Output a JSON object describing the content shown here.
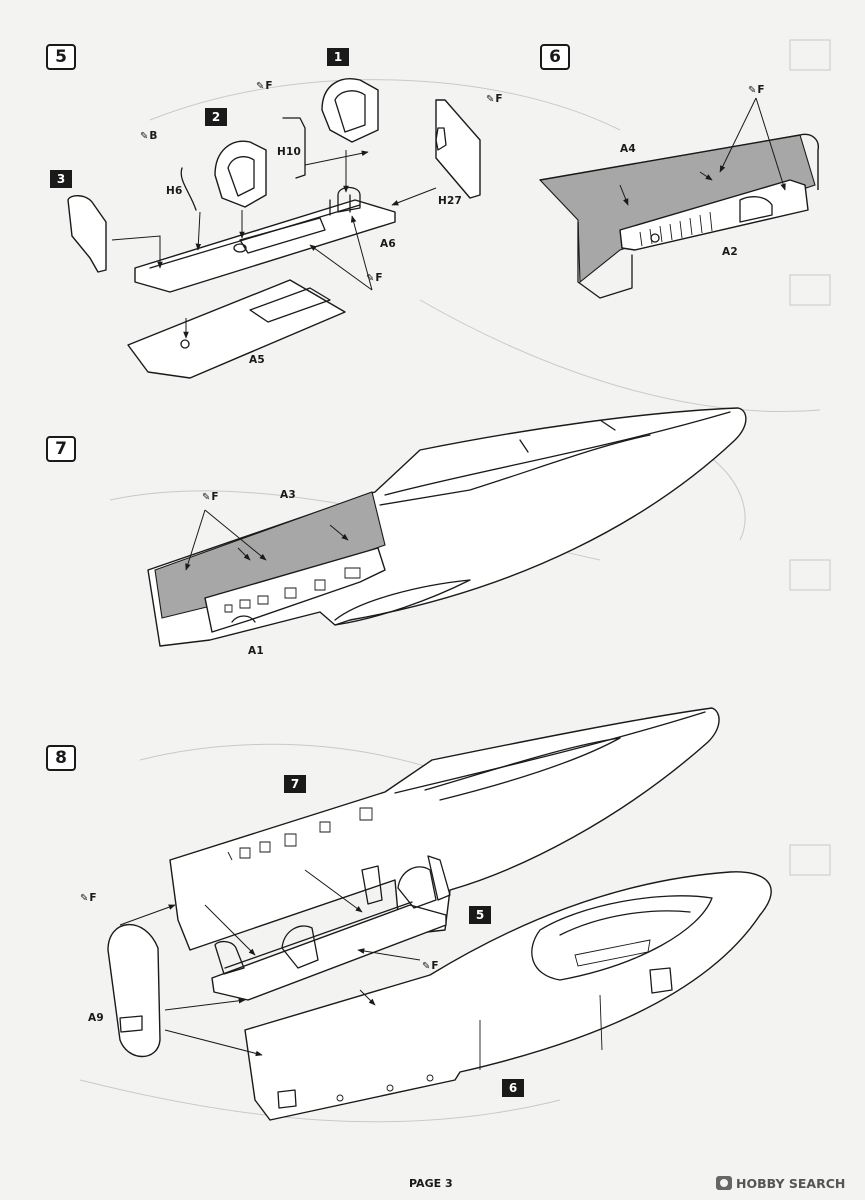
{
  "page": {
    "number_label": "PAGE 3",
    "watermark": "HOBBY SEARCH",
    "colors": {
      "background": "#f3f3f1",
      "ink": "#1a1a1a",
      "interior_grey": "#a7a7a7"
    }
  },
  "steps": [
    {
      "number": "5",
      "sub_refs": [
        "1",
        "2",
        "3"
      ],
      "parts": [
        "H10",
        "H6",
        "H27",
        "A6",
        "A5"
      ],
      "paint_callouts": [
        "F",
        "B",
        "F",
        "F"
      ]
    },
    {
      "number": "6",
      "parts": [
        "A4",
        "A2"
      ],
      "paint_callouts": [
        "F"
      ]
    },
    {
      "number": "7",
      "parts": [
        "A3",
        "A1"
      ],
      "paint_callouts": [
        "F"
      ]
    },
    {
      "number": "8",
      "sub_refs": [
        "7",
        "5",
        "6"
      ],
      "parts": [
        "A9"
      ],
      "paint_callouts": [
        "F",
        "F"
      ]
    }
  ]
}
